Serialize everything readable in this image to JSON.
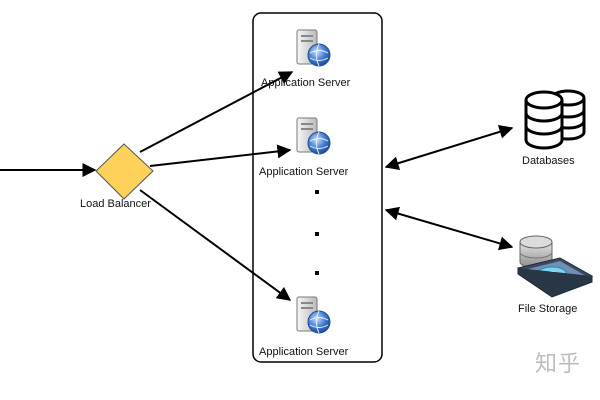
{
  "diagram": {
    "load_balancer": {
      "label": "Load Balancer",
      "color": "#fdd15a"
    },
    "app_servers": [
      {
        "label": "Application Server"
      },
      {
        "label": "Application Server"
      },
      {
        "label": "Application Server"
      }
    ],
    "databases": {
      "label": "Databases"
    },
    "file_storage": {
      "label": "File Storage"
    },
    "watermark": "知乎",
    "icons": [
      "server-icon",
      "database-icon",
      "file-storage-icon",
      "load-balancer-diamond"
    ]
  }
}
